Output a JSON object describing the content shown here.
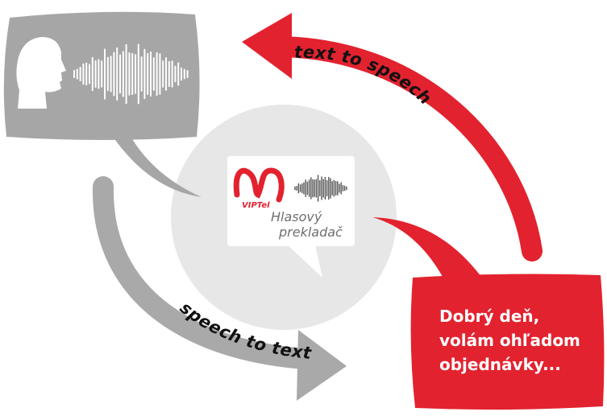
{
  "colors": {
    "accent_red": "#e3222f",
    "gray_bubble": "#a6a6a6",
    "light_circle": "#e7e7e7",
    "white": "#ffffff",
    "label_text": "#111111",
    "product_text": "#6f6f6f"
  },
  "arrows": {
    "speech_to_text": "speech to text",
    "text_to_speech": "text to speech"
  },
  "speaker_bubble": {
    "icons": [
      "person-head-icon",
      "sound-wave-icon"
    ]
  },
  "center_card": {
    "brand": "VIPTel",
    "product_line1": "Hlasový",
    "product_line2": "prekladač",
    "icons": [
      "viptel-logo-icon",
      "waveform-icon"
    ]
  },
  "text_bubble": {
    "line1": "Dobrý deň,",
    "line2": "volám ohľadom",
    "line3": "objednávky..."
  }
}
